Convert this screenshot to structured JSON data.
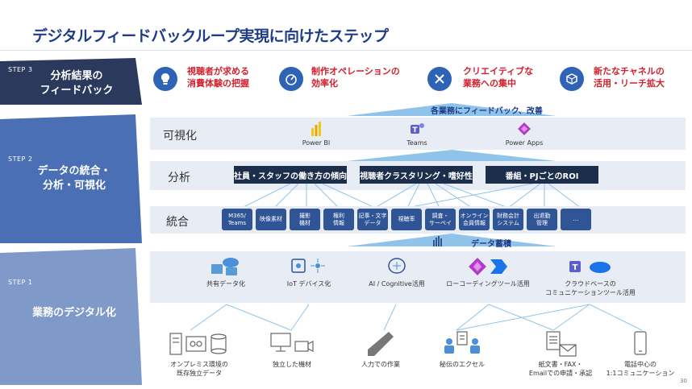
{
  "title": "デジタルフィードバックループ実現に向けたステップ",
  "step3": {
    "tag": "STEP 3",
    "heading_line1": "分析結果の",
    "heading_line2": "フィードバック"
  },
  "step2": {
    "tag": "STEP 2",
    "heading_line1": "データの統合・",
    "heading_line2": "分析・可視化"
  },
  "step1": {
    "tag": "STEP 1",
    "heading": "業務のデジタル化"
  },
  "goals": [
    {
      "line1": "視聴者が求める",
      "line2": "消費体験の把握"
    },
    {
      "line1": "制作オペレーションの",
      "line2": "効率化"
    },
    {
      "line1": "クリエイティブな",
      "line2": "業務への集中"
    },
    {
      "line1": "新たなチャネルの",
      "line2": "活用・リーチ拡大"
    }
  ],
  "feedback_label": "各業務にフィードバック、改善",
  "visualize": {
    "label": "可視化",
    "apps": [
      "Power BI",
      "Teams",
      "Power Apps"
    ]
  },
  "analysis": {
    "label": "分析",
    "boxes": [
      "社員・スタッフの働き方の傾向",
      "視聴者クラスタリング・嗜好性",
      "番組・PJごとのROI"
    ]
  },
  "integration": {
    "label": "統合",
    "chips": [
      {
        "l1": "M365/",
        "l2": "Teams"
      },
      {
        "l1": "映像素材",
        "l2": ""
      },
      {
        "l1": "撮影",
        "l2": "機材"
      },
      {
        "l1": "権利",
        "l2": "情報"
      },
      {
        "l1": "記事・文字",
        "l2": "データ"
      },
      {
        "l1": "視聴率",
        "l2": ""
      },
      {
        "l1": "調査・",
        "l2": "サーベイ"
      },
      {
        "l1": "オンライン",
        "l2": "会員情報"
      },
      {
        "l1": "財務会計",
        "l2": "システム"
      },
      {
        "l1": "出退勤",
        "l2": "管理"
      },
      {
        "l1": "…",
        "l2": ""
      }
    ]
  },
  "accumulate_label": "データ蓄積",
  "digital": [
    {
      "line1": "共有データ化",
      "line2": ""
    },
    {
      "line1": "IoT デバイス化",
      "line2": ""
    },
    {
      "line1": "AI / Cognitive活用",
      "line2": ""
    },
    {
      "line1": "ローコーディングツール活用",
      "line2": ""
    },
    {
      "line1": "クラウドベースの",
      "line2": "コミュニケーションツール活用"
    }
  ],
  "sources": [
    {
      "line1": "オンプレミス環境の",
      "line2": "既存独立データ"
    },
    {
      "line1": "独立した機材",
      "line2": ""
    },
    {
      "line1": "人力での作業",
      "line2": ""
    },
    {
      "line1": "秘伝のエクセル",
      "line2": ""
    },
    {
      "line1": "紙文書・FAX・",
      "line2": "Emailでの申請・承認"
    },
    {
      "line1": "電話中心の",
      "line2": "1:1コミュニケーション"
    }
  ],
  "page_number": "30",
  "colors": {
    "step3": "#2b3a5c",
    "step2": "#4a6fb5",
    "step1": "#7f99c9",
    "band": "#e8edf5",
    "accent_red": "#d21f2b",
    "title_blue": "#1f3c88"
  }
}
